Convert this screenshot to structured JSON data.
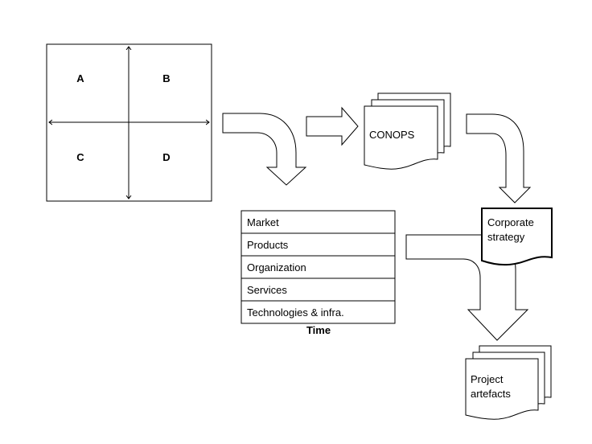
{
  "quadrant": {
    "a": "A",
    "b": "B",
    "c": "C",
    "d": "D"
  },
  "conops": "CONOPS",
  "strategy": {
    "line1": "Corporate",
    "line2": "strategy"
  },
  "layers": {
    "rows": [
      "Market",
      "Products",
      "Organization",
      "Services",
      "Technologies & infra."
    ],
    "axis": "Time"
  },
  "artefacts": {
    "line1": "Project",
    "line2": "artefacts"
  }
}
